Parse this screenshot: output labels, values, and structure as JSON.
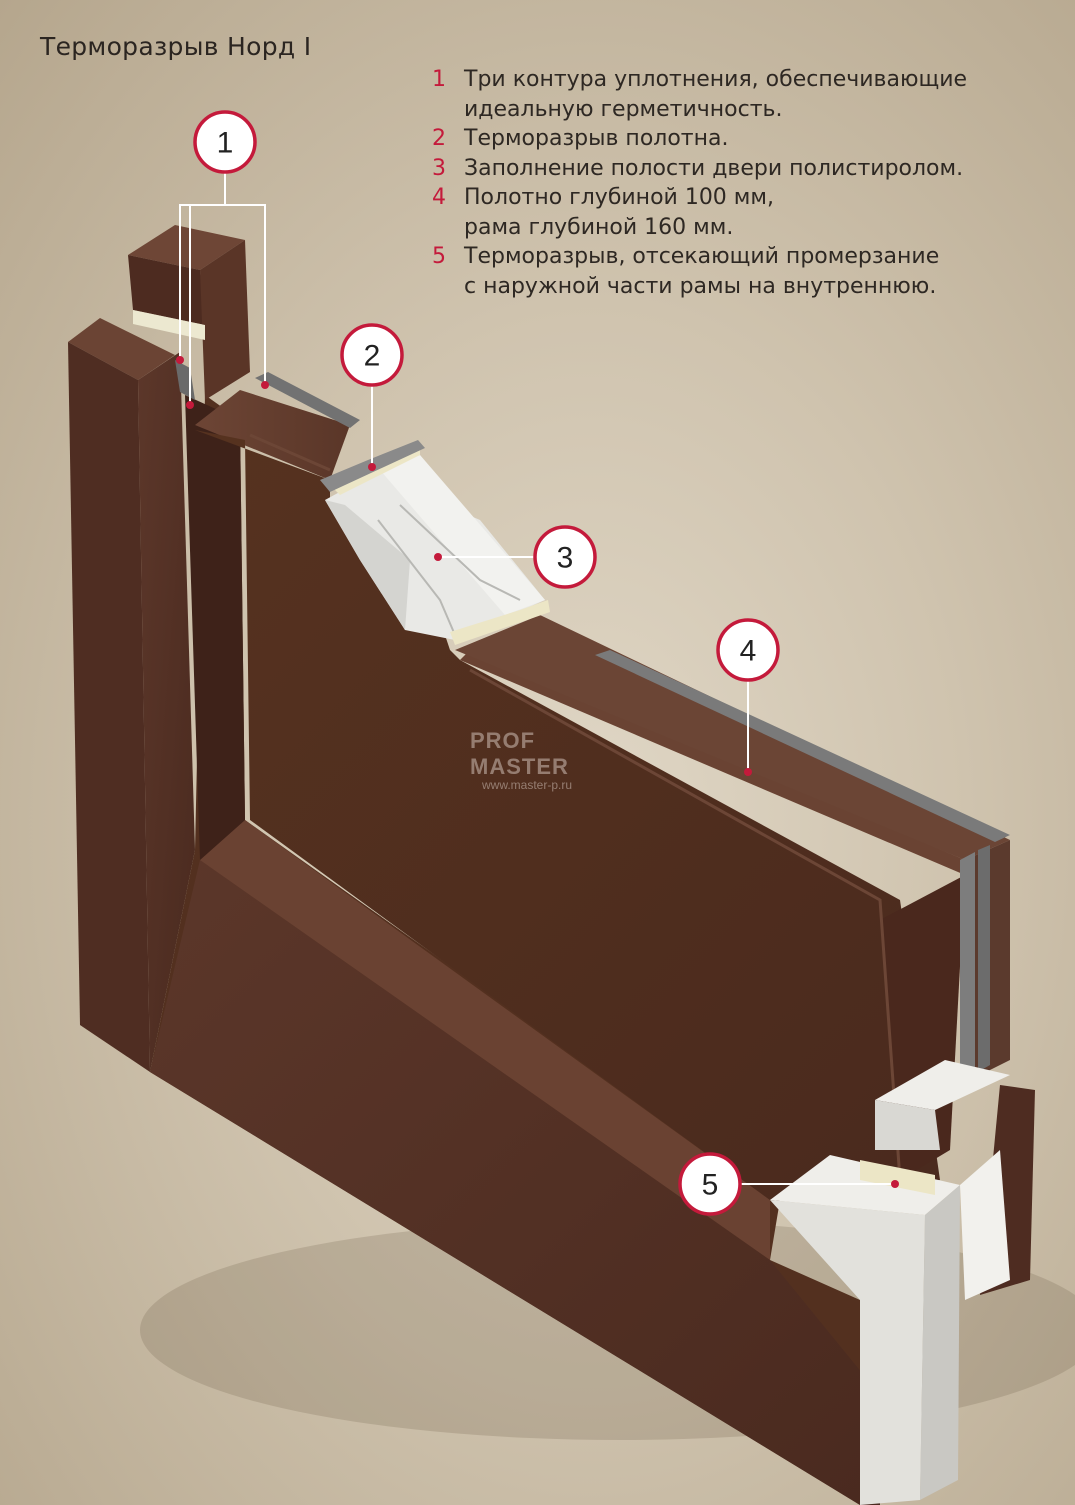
{
  "title": "Терморазрыв Норд I",
  "legend": [
    {
      "num": "1",
      "lines": [
        "Три контура уплотнения, обеспечивающие",
        "идеальную герметичность."
      ]
    },
    {
      "num": "2",
      "lines": [
        "Терморазрыв полотна."
      ]
    },
    {
      "num": "3",
      "lines": [
        "Заполнение полости двери полистиролом."
      ]
    },
    {
      "num": "4",
      "lines": [
        "Полотно глубиной 100 мм,",
        "рама глубиной 160 мм."
      ]
    },
    {
      "num": "5",
      "lines": [
        "Терморазрыв, отсекающий промерзание",
        "с наружной части рамы на внутреннюю."
      ]
    }
  ],
  "callouts": [
    "1",
    "2",
    "3",
    "4",
    "5"
  ],
  "watermark": {
    "brand": "PROF MASTER",
    "url": "www.master-p.ru"
  },
  "colors": {
    "accent": "#c41a3b",
    "door": "#5a3326",
    "foam": "#e9e9e6",
    "seal": "#5d5d5d"
  }
}
